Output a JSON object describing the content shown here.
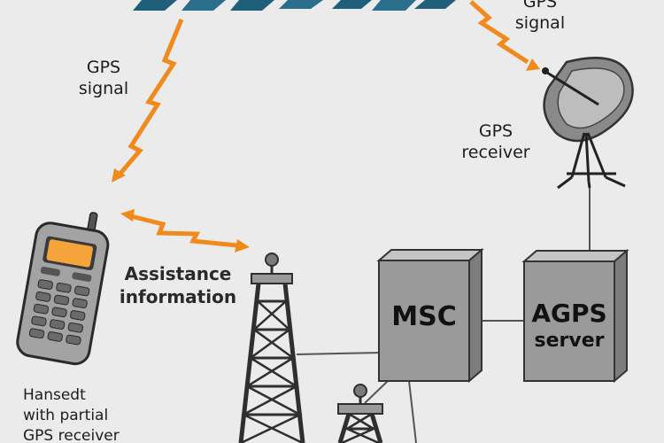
{
  "labels": {
    "gps_signal_left": "GPS\nsignal",
    "gps_signal_right": "GPS\nsignal",
    "gps_receiver": "GPS\nreceiver",
    "assistance_information": "Assistance\ninformation",
    "handset": "Hansedt\nwith partial\nGPS receiver",
    "msc": "MSC",
    "agps_server_title": "AGPS",
    "agps_server_sub": "server"
  },
  "colors": {
    "signal": "#f08a1c",
    "phone_screen": "#f5a33b",
    "box": "#9a9a9a",
    "tower": "#2f2f2f",
    "background": "#ebebeb",
    "satellite": "#2a6e8c"
  },
  "icons": [
    "satellite-icon",
    "satellite-dish-icon",
    "mobile-phone-icon",
    "cell-tower-icon",
    "small-cell-tower-icon"
  ]
}
